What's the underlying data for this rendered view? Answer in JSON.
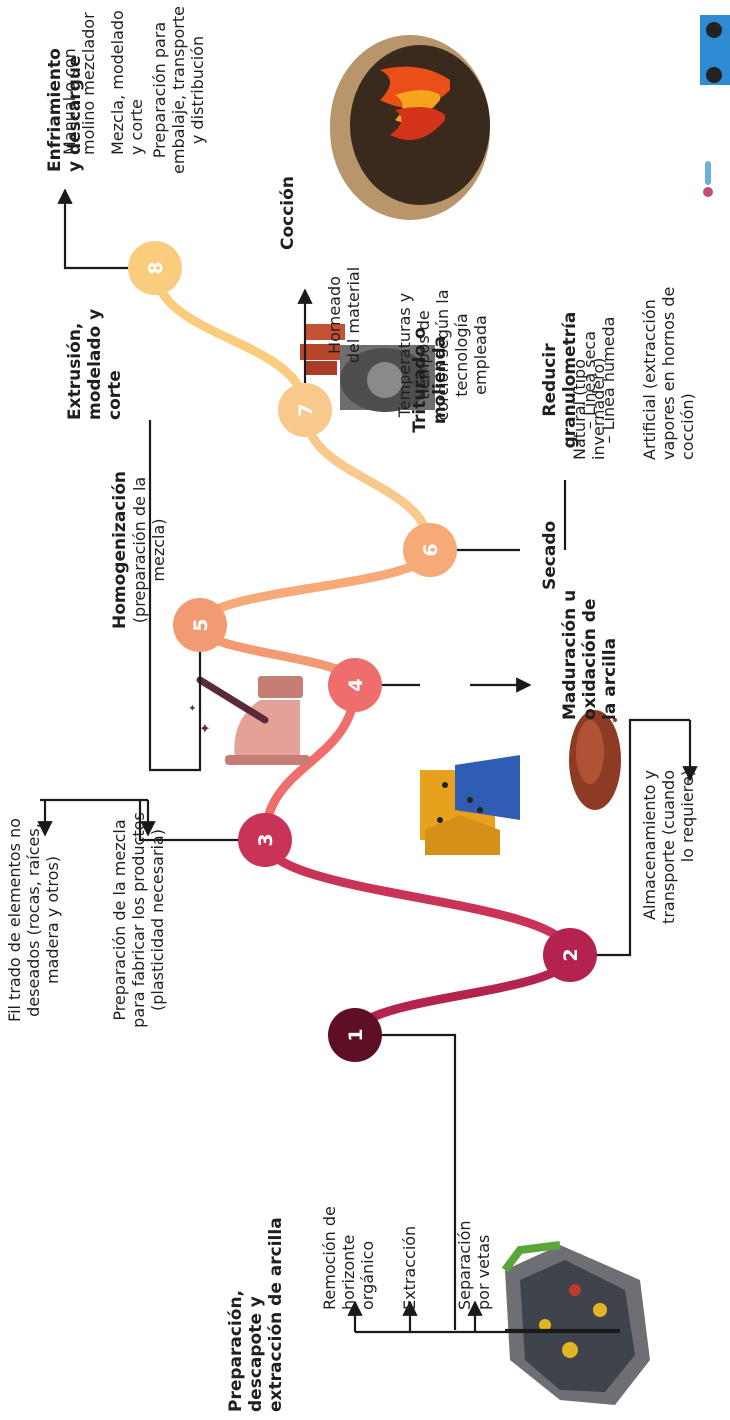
{
  "steps": [
    {
      "number": "1",
      "title_lines": [
        "Preparación,",
        "descapote y",
        "extracción de arcilla"
      ],
      "branches": [
        [
          "Remoción de",
          "horizonte",
          "orgánico"
        ],
        [
          "Extracción"
        ],
        [
          "Separación",
          "por vetas"
        ]
      ]
    },
    {
      "number": "2",
      "title_lines": [
        "Maduración u",
        "oxidación de",
        "la arcilla"
      ],
      "branches": [
        [
          "Almacenamiento y",
          "transporte (cuando",
          "lo requiere)"
        ]
      ]
    },
    {
      "number": "3",
      "title_lines": [
        "Homogenización"
      ],
      "subtitle_lines": [
        "(preparación de la",
        "mezcla)"
      ],
      "branches": [
        [
          "Fil trado de elementos no",
          "deseados (rocas, raíces,",
          "madera y otros)"
        ],
        [
          "Preparación de la mezcla",
          "para fabricar los productos",
          "(plasticidad necesaria)"
        ]
      ]
    },
    {
      "number": "4",
      "title_lines": [
        "Triturado o",
        "molienda"
      ],
      "branches": [
        [
          "Reducir",
          "granulometría",
          "– Línea seca",
          "– Línea húmeda"
        ]
      ]
    },
    {
      "number": "5",
      "title_lines": [
        "Extrusión,",
        "modelado y",
        "corte"
      ],
      "branches": [
        [
          "Manual o con",
          "molino mezclador"
        ],
        [
          "Mezcla, modelado",
          "y corte"
        ]
      ]
    },
    {
      "number": "6",
      "title_lines": [
        "Secado"
      ],
      "branches": [
        [
          "Natural (tipo",
          "invernadero)"
        ],
        [
          "Artificial (extracción",
          "vapores en hornos de",
          "cocción)"
        ]
      ]
    },
    {
      "number": "7",
      "title_lines": [
        "Cocción"
      ],
      "branches": [
        [
          "Horneado",
          "del material"
        ],
        [
          "Temperaturas y",
          "tiempos de",
          "corción según la",
          "tecnología",
          "empleada"
        ]
      ]
    },
    {
      "number": "8",
      "title_lines": [
        "Enfriamiento",
        "y descargue"
      ],
      "branches": [
        [
          "Preparación para",
          "embalaje, transporte",
          "y distribución"
        ]
      ]
    }
  ],
  "colors": {
    "c1": "#5e0f26",
    "c2": "#b4224e",
    "c3": "#c93358",
    "c4": "#ef6e6b",
    "c5": "#f29a72",
    "c6": "#f5aa77",
    "c7": "#f8c98a",
    "c8": "#f9cc7e",
    "line": "#1a1a1a"
  },
  "illustrations": [
    "mine-illustration",
    "clay-pile-illustration",
    "mixing-bowl-illustration",
    "crusher-machine-illustration",
    "extruder-machine-illustration",
    "kiln-illustration",
    "truck-illustration",
    "thermometer-icon"
  ]
}
